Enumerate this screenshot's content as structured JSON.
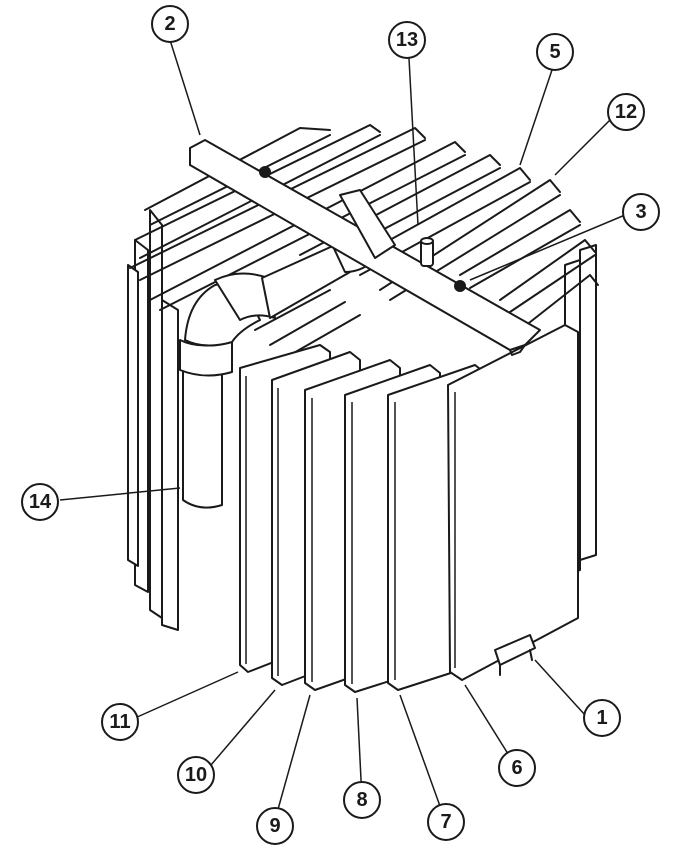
{
  "diagram": {
    "callouts": [
      {
        "id": "c1",
        "label": "1"
      },
      {
        "id": "c2",
        "label": "2"
      },
      {
        "id": "c3",
        "label": "3"
      },
      {
        "id": "c5",
        "label": "5"
      },
      {
        "id": "c6",
        "label": "6"
      },
      {
        "id": "c7",
        "label": "7"
      },
      {
        "id": "c8",
        "label": "8"
      },
      {
        "id": "c9",
        "label": "9"
      },
      {
        "id": "c10",
        "label": "10"
      },
      {
        "id": "c11",
        "label": "11"
      },
      {
        "id": "c12",
        "label": "12"
      },
      {
        "id": "c13",
        "label": "13"
      },
      {
        "id": "c14",
        "label": "14"
      }
    ]
  }
}
